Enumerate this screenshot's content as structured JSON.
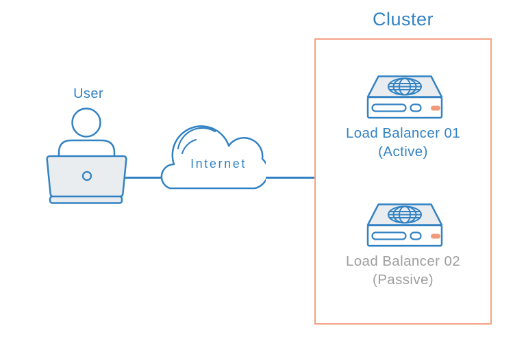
{
  "diagram": {
    "user": {
      "label": "User",
      "icon": "person-at-laptop-icon"
    },
    "internet": {
      "label": "Internet",
      "icon": "cloud-icon"
    },
    "cluster": {
      "title": "Cluster",
      "nodes": [
        {
          "label": "Load Balancer 01",
          "state": "(Active)",
          "icon": "server-globe-icon",
          "led": "orange"
        },
        {
          "label": "Load Balancer 02",
          "state": "(Passive)",
          "icon": "server-globe-icon",
          "led": "orange"
        }
      ]
    },
    "colors": {
      "line_blue": "#3282c3",
      "panel_fill": "#e9edf0",
      "cluster_border": "#f4a184",
      "led_orange": "#f29b78",
      "inactive_text": "#9e9e9e",
      "background": "#ffffff"
    }
  }
}
